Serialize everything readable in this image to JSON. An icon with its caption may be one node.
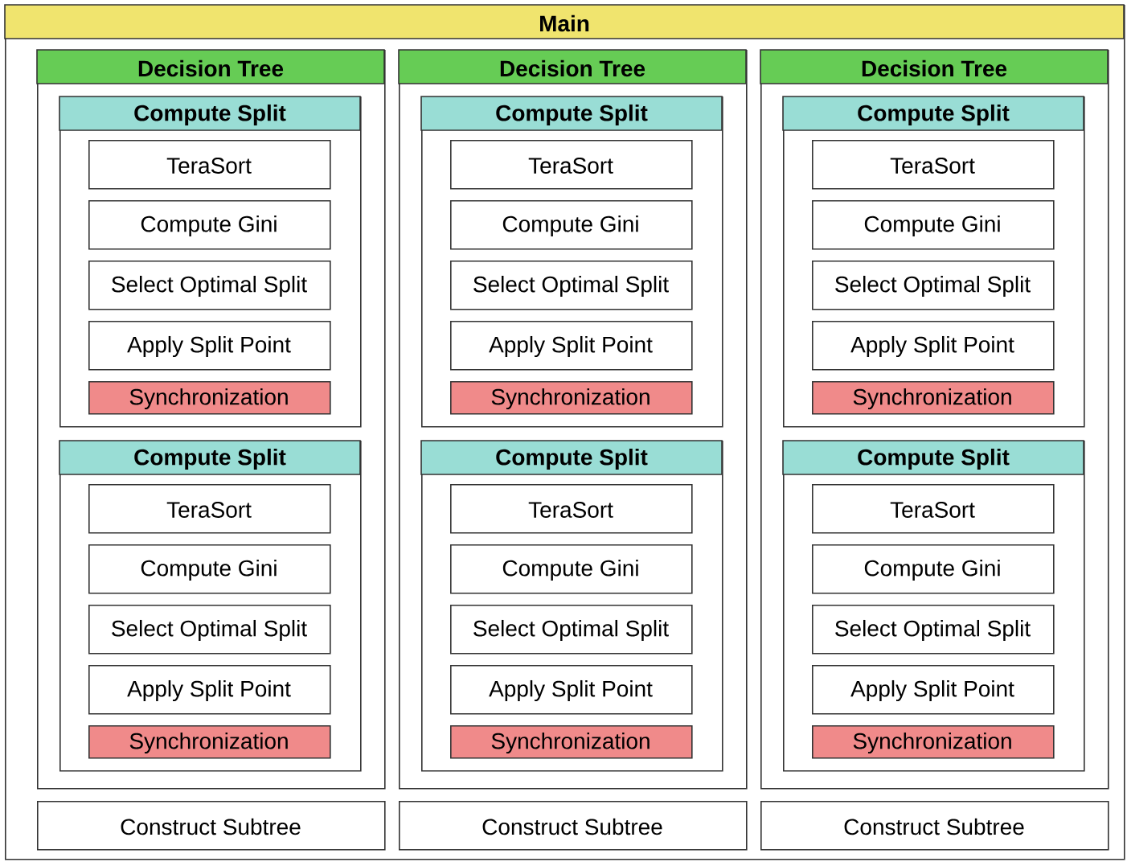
{
  "diagram": {
    "nodes": [
      {
        "text": [
          "Main"
        ]
      },
      {
        "text": [
          "Decision Tree"
        ],
        "in": 0
      },
      {
        "text": [
          "Compute Split"
        ],
        "in": 1
      },
      {
        "text": [
          "TeraSort"
        ],
        "in": 2
      },
      {
        "text": [
          "Compute Gini"
        ],
        "in": 2
      },
      {
        "text": [
          "Select Optimal Split"
        ],
        "in": 2
      },
      {
        "text": [
          "Apply Split Point"
        ],
        "in": 2
      },
      {
        "text": [
          "Synchronization"
        ],
        "in": 2
      },
      {
        "text": [
          "Compute Split"
        ],
        "in": 1
      },
      {
        "text": [
          "TeraSort"
        ],
        "in": 8
      },
      {
        "text": [
          "Compute Gini"
        ],
        "in": 8
      },
      {
        "text": [
          "Select Optimal Split"
        ],
        "in": 8
      },
      {
        "text": [
          "Apply Split Point"
        ],
        "in": 8
      },
      {
        "text": [
          "Synchronization"
        ],
        "in": 8
      },
      {
        "text": [
          "Decision Tree"
        ],
        "in": 0
      },
      {
        "text": [
          "Compute Split"
        ],
        "in": 14
      },
      {
        "text": [
          "TeraSort"
        ],
        "in": 15
      },
      {
        "text": [
          "Compute Gini"
        ],
        "in": 15
      },
      {
        "text": [
          "Select Optimal Split"
        ],
        "in": 15
      },
      {
        "text": [
          "Apply Split Point"
        ],
        "in": 15
      },
      {
        "text": [
          "Synchronization"
        ],
        "in": 15
      },
      {
        "text": [
          "Compute Split"
        ],
        "in": 14
      },
      {
        "text": [
          "TeraSort"
        ],
        "in": 21
      },
      {
        "text": [
          "Compute Gini"
        ],
        "in": 21
      },
      {
        "text": [
          "Select Optimal Split"
        ],
        "in": 21
      },
      {
        "text": [
          "Apply Split Point"
        ],
        "in": 21
      },
      {
        "text": [
          "Synchronization"
        ],
        "in": 21
      },
      {
        "text": [
          "Decision Tree"
        ],
        "in": 0
      },
      {
        "text": [
          "Compute Split"
        ],
        "in": 27
      },
      {
        "text": [
          "TeraSort"
        ],
        "in": 28
      },
      {
        "text": [
          "Compute Gini"
        ],
        "in": 28
      },
      {
        "text": [
          "Select Optimal Split"
        ],
        "in": 28
      },
      {
        "text": [
          "Apply Split Point"
        ],
        "in": 28
      },
      {
        "text": [
          "Synchronization"
        ],
        "in": 28
      },
      {
        "text": [
          "Compute Split"
        ],
        "in": 27
      },
      {
        "text": [
          "TeraSort"
        ],
        "in": 34
      },
      {
        "text": [
          "Compute Gini"
        ],
        "in": 34
      },
      {
        "text": [
          "Select Optimal Split"
        ],
        "in": 34
      },
      {
        "text": [
          "Apply Split Point"
        ],
        "in": 34
      },
      {
        "text": [
          "Synchronization"
        ],
        "in": 34
      },
      {
        "text": [
          "Construct Subtree"
        ],
        "in": 0
      },
      {
        "text": [
          "Construct Subtree"
        ],
        "in": 0
      },
      {
        "text": [
          "Construct Subtree"
        ],
        "in": 0
      }
    ]
  }
}
